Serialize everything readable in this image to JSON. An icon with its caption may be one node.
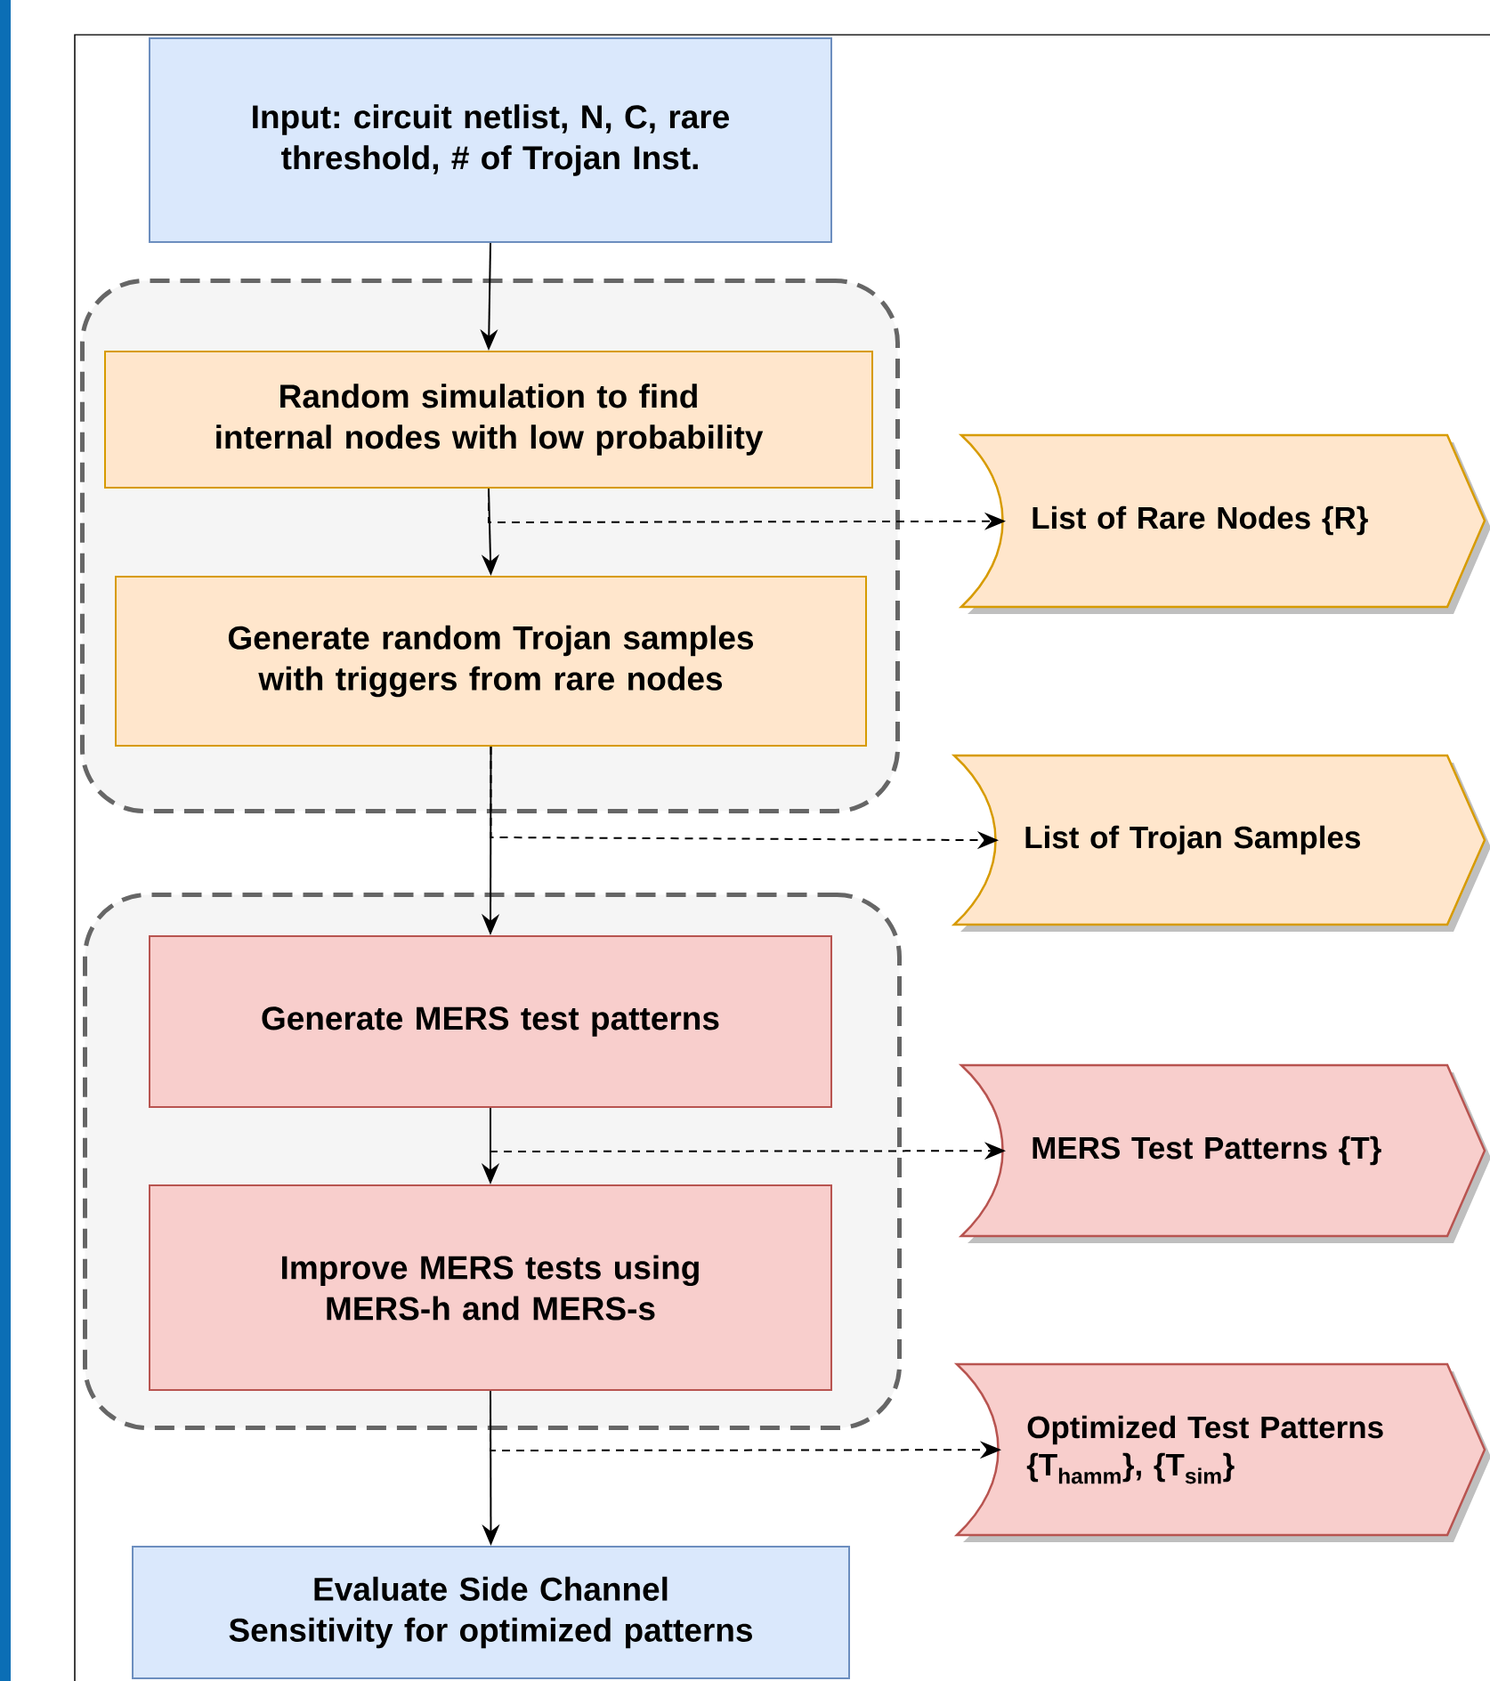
{
  "diagram": {
    "nodes": [
      {
        "text": [
          "Input: circuit netlist, N, C, rare threshold, # of Trojan Inst."
        ]
      },
      {
        "text": [],
        "shape": "box"
      },
      {
        "text": [
          "Random simulation to find internal nodes with low probability"
        ],
        "in": 1
      },
      {
        "text": [
          "List of Rare Nodes {R}"
        ]
      },
      {
        "text": [
          "Generate random Trojan samples with triggers from rare nodes"
        ],
        "in": 1
      },
      {
        "text": [
          "List of Trojan Samples"
        ]
      },
      {
        "text": [],
        "shape": "box"
      },
      {
        "text": [
          "Generate MERS test patterns"
        ],
        "in": 6
      },
      {
        "text": [
          "MERS Test Patterns {T}"
        ]
      },
      {
        "text": [
          "Improve MERS tests using MERS-h and MERS-s"
        ],
        "in": 6
      },
      {
        "text": [
          "Optimized Test Patterns {T$_{hamm}$}, {T$_{sim}$}"
        ]
      },
      {
        "text": [
          "Evaluate Side Channel Sensitivity for optimized patterns"
        ]
      }
    ],
    "edges": [
      {
        "from": 0,
        "to": 2,
        "arrow": "to"
      },
      {
        "from": 2,
        "to": 4,
        "arrow": "to"
      },
      {
        "from": 2,
        "to": 3,
        "arrow": "to",
        "style": "dashed"
      },
      {
        "from": 4,
        "to": 7,
        "arrow": "to"
      },
      {
        "from": 4,
        "to": 5,
        "arrow": "to",
        "style": "dashed"
      },
      {
        "from": 7,
        "to": 9,
        "arrow": "to"
      },
      {
        "from": 7,
        "to": 8,
        "arrow": "to",
        "style": "dashed"
      },
      {
        "from": 9,
        "to": 11,
        "arrow": "to"
      },
      {
        "from": 9,
        "to": 10,
        "arrow": "to",
        "style": "dashed"
      }
    ]
  }
}
